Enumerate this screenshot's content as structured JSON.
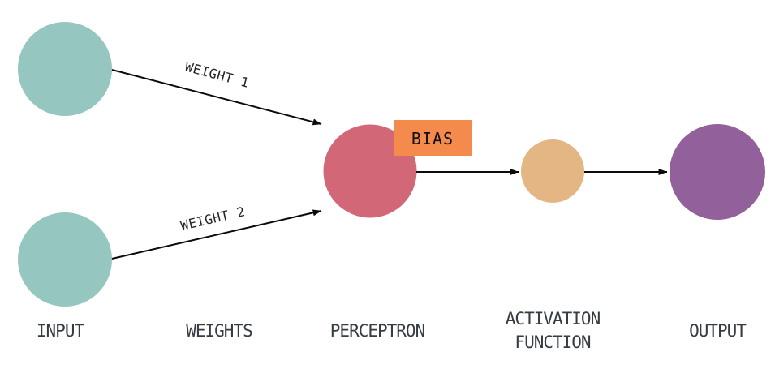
{
  "diagram": {
    "colors": {
      "input_node": "#95C6C0",
      "perceptron_node": "#D26778",
      "activation_node": "#E4B683",
      "output_node": "#92609B",
      "bias_box": "#F48B4D",
      "arrow": "#0B0B0B",
      "stage_text": "#363C43"
    },
    "edge_labels": {
      "weight1": "WEIGHT 1",
      "weight2": "WEIGHT 2"
    },
    "bias": {
      "label": "BIAS"
    },
    "stages": {
      "input": "INPUT",
      "weights": "WEIGHTS",
      "perceptron": "PERCEPTRON",
      "activation_line1": "ACTIVATION",
      "activation_line2": "FUNCTION",
      "output": "OUTPUT"
    }
  }
}
